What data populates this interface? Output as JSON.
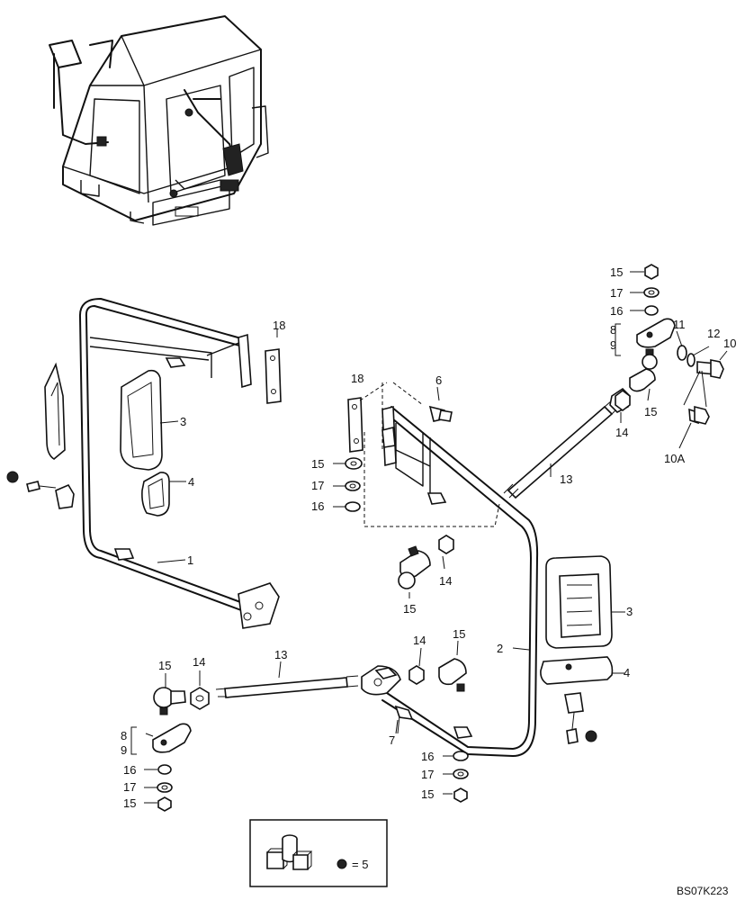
{
  "callouts": {
    "c1": "1",
    "c2": "2",
    "c3a": "3",
    "c3b": "3",
    "c4a": "4",
    "c4b": "4",
    "c6": "6",
    "c7": "7",
    "c8a": "8",
    "c9a": "9",
    "c8b": "8",
    "c9b": "9",
    "c10": "10",
    "c10a": "10A",
    "c11": "11",
    "c12": "12",
    "c13a": "13",
    "c13b": "13",
    "c14a": "14",
    "c14b": "14",
    "c14c": "14",
    "c14d": "14",
    "c15a": "15",
    "c15b": "15",
    "c15c": "15",
    "c15d": "15",
    "c15e": "15",
    "c15f": "15",
    "c15g": "15",
    "c15h": "15",
    "c16a": "16",
    "c16b": "16",
    "c16c": "16",
    "c16d": "16",
    "c17a": "17",
    "c17b": "17",
    "c17c": "17",
    "c17d": "17",
    "c18a": "18",
    "c18b": "18"
  },
  "legend": {
    "equals_text": "= 5"
  },
  "drawing_code": "BS07K223"
}
